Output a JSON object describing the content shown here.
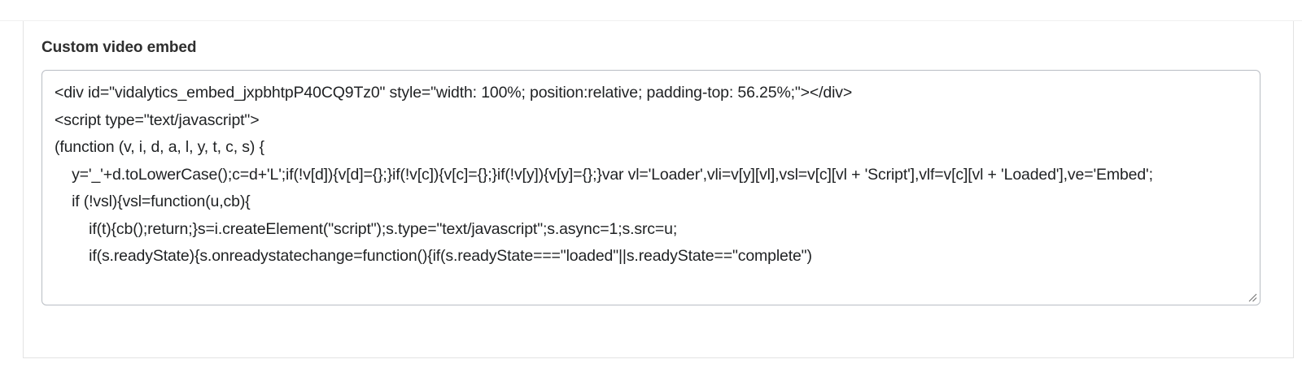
{
  "page": {
    "background": "#ffffff",
    "border_color": "#e3e3e3"
  },
  "field": {
    "label": "Custom video embed",
    "code_box": {
      "name": "custom-video-embed-textarea",
      "placeholder": "",
      "resizable": true,
      "value": "<div id=\"vidalytics_embed_jxpbhtpP40CQ9Tz0\" style=\"width: 100%; position:relative; padding-top: 56.25%;\"></div>\n<script type=\"text/javascript\">\n(function (v, i, d, a, l, y, t, c, s) {\n    y='_'+d.toLowerCase();c=d+'L';if(!v[d]){v[d]={};}if(!v[c]){v[c]={};}if(!v[y]){v[y]={};}var vl='Loader',vli=v[y][vl],vsl=v[c][vl + 'Script'],vlf=v[c][vl + 'Loaded'],ve='Embed';\n    if (!vsl){vsl=function(u,cb){\n        if(t){cb();return;}s=i.createElement(\"script\");s.type=\"text/javascript\";s.async=1;s.src=u;\n        if(s.readyState){s.onreadystatechange=function(){if(s.readyState===\"loaded\"||s.readyState==\"complete\")"
    }
  },
  "icons": {
    "resize_grip": "resize-grip-icon"
  },
  "colors": {
    "text": "#1f2123",
    "label": "#2e2e2e",
    "input_border": "#b9bdc4",
    "card_border": "#e3e3e3",
    "divider": "#f0f0f0"
  }
}
